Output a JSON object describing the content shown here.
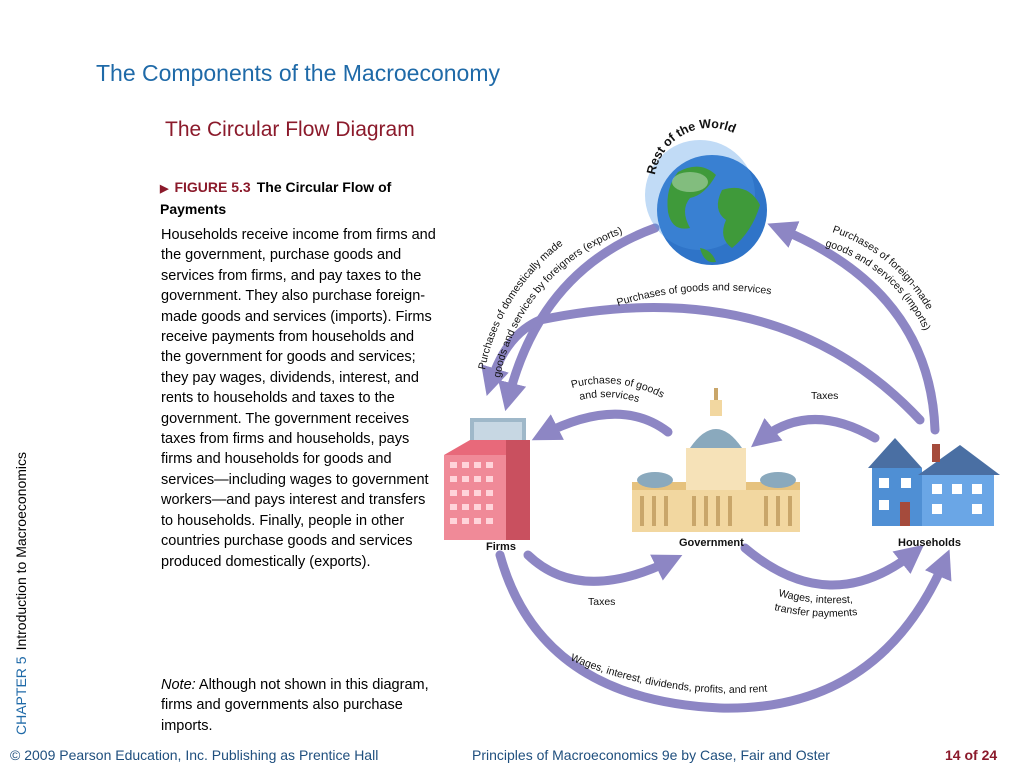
{
  "slide": {
    "title": "The Components of the Macroeconomy",
    "subtitle": "The Circular Flow Diagram"
  },
  "figure": {
    "number": "FIGURE 5.3",
    "caption": "The Circular Flow of Payments",
    "body": "Households receive income from firms and the government, purchase goods and services from firms, and pay taxes to the government.  They also purchase foreign-made goods and services (imports).  Firms receive payments from households and the government for goods and services; they pay wages, dividends, interest, and rents to households and taxes to the government.  The government receives taxes from firms and households, pays firms and households for goods and services—including wages to government workers—and pays interest and transfers to households.  Finally, people in other countries purchase goods and services produced domestically (exports).",
    "note_label": "Note:",
    "note_text": "  Although not shown in this diagram, firms and governments also purchase imports."
  },
  "diagram": {
    "nodes": {
      "world": "Rest of the World",
      "firms": "Firms",
      "government": "Government",
      "households": "Households"
    },
    "flows": {
      "exports": "Purchases of domestically made goods and services by foreigners (exports)",
      "exports_line1": "Purchases of domestically made",
      "exports_line2": "goods and services by foreigners (exports)",
      "imports_line1": "Purchases of foreign-made",
      "imports_line2": "goods and services (imports)",
      "hh_to_firms": "Purchases of goods and services",
      "gov_to_firms_line1": "Purchases of goods",
      "gov_to_firms_line2": "and services",
      "hh_taxes": "Taxes",
      "firm_taxes": "Taxes",
      "gov_to_hh_line1": "Wages, interest,",
      "gov_to_hh_line2": "transfer payments",
      "firms_to_hh": "Wages, interest, dividends, profits, and rent"
    },
    "colors": {
      "arrow": "#8d86c4",
      "arrow_dark": "#6c64ab",
      "globe_ocean": "#2f74c8",
      "globe_land": "#3f9a3a",
      "firm_building": "#e8697a",
      "capitol": "#f2d7a0",
      "house": "#4f8fd4"
    }
  },
  "sidebar": {
    "chapter": "CHAPTER 5",
    "chapter_title": "Introduction to Macroeconomics"
  },
  "footer": {
    "copyright": "© 2009 Pearson Education, Inc. Publishing as Prentice Hall",
    "book": "Principles of Macroeconomics 9e by Case, Fair and Oster",
    "page": "14 of 24"
  }
}
